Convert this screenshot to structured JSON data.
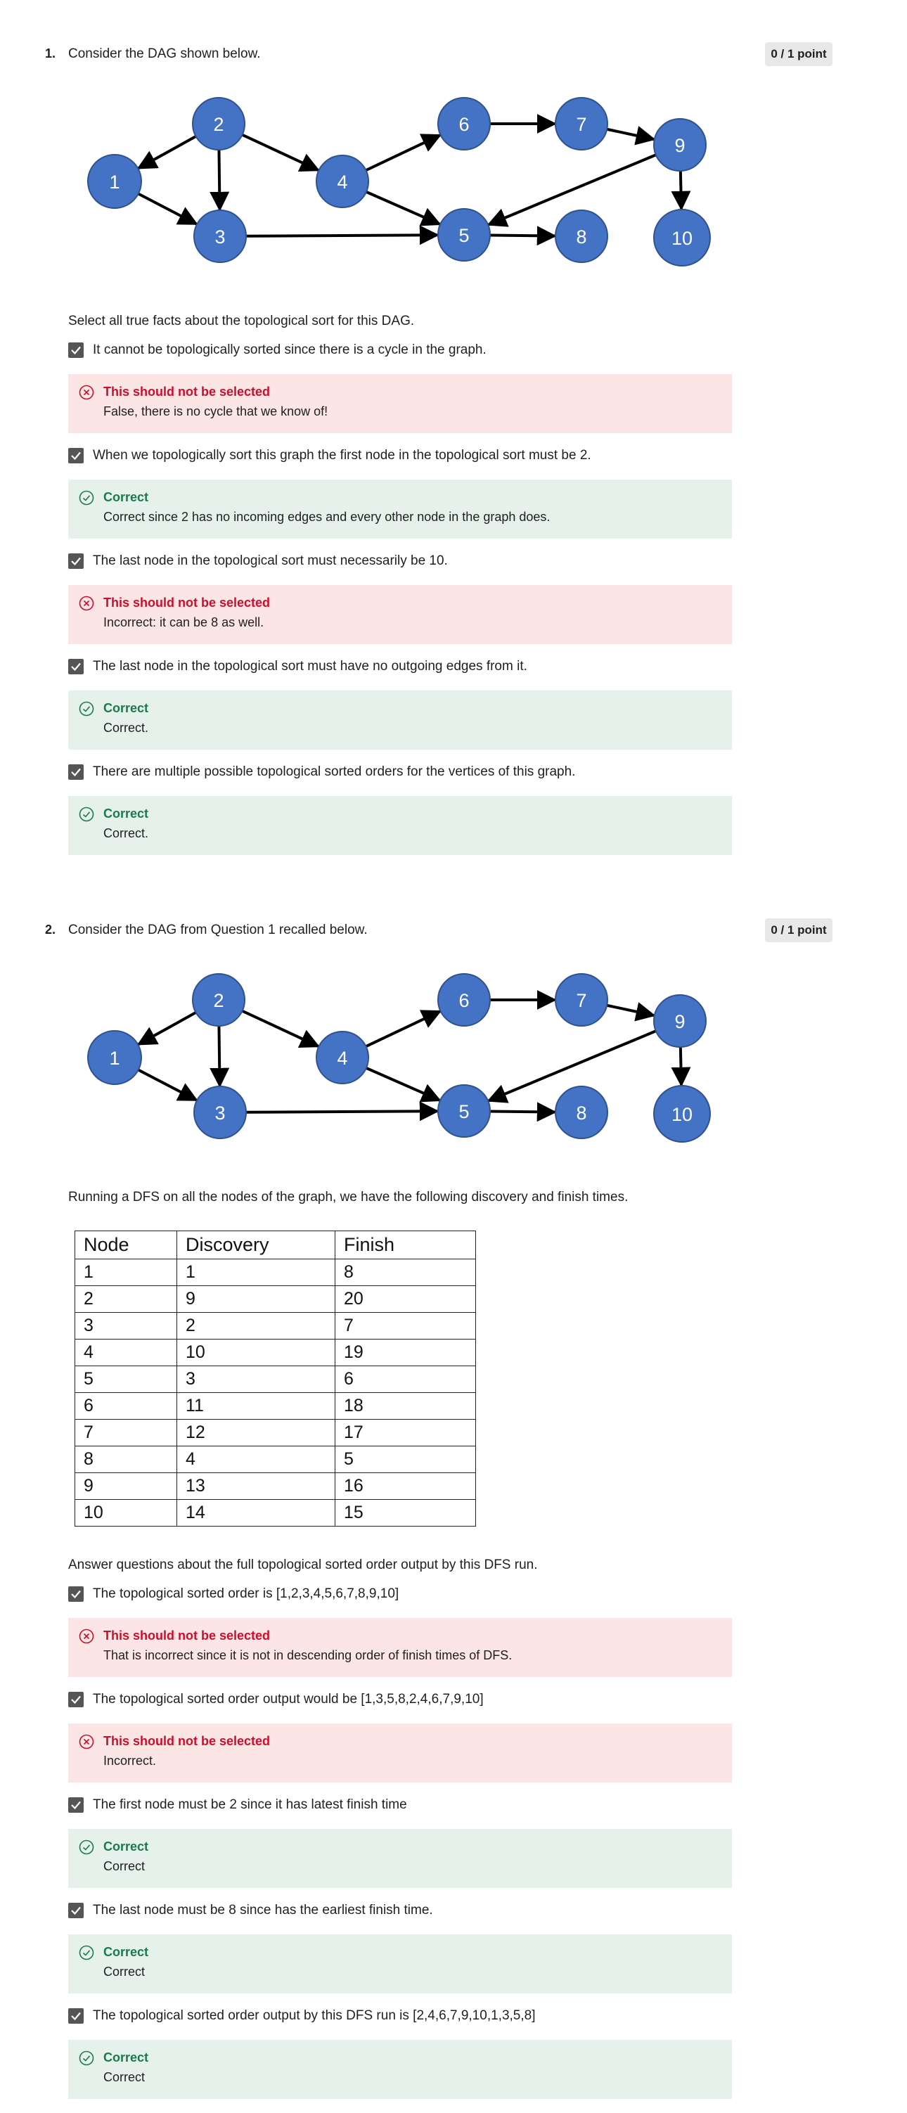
{
  "questions": [
    {
      "number": "1.",
      "prompt": "Consider the DAG shown below.",
      "score": "0 / 1 point",
      "graph": {
        "nodes": [
          "1",
          "2",
          "3",
          "4",
          "5",
          "6",
          "7",
          "8",
          "9",
          "10"
        ],
        "edges": [
          [
            "2",
            "1"
          ],
          [
            "2",
            "3"
          ],
          [
            "1",
            "3"
          ],
          [
            "2",
            "4"
          ],
          [
            "3",
            "5"
          ],
          [
            "4",
            "5"
          ],
          [
            "4",
            "6"
          ],
          [
            "6",
            "7"
          ],
          [
            "7",
            "9"
          ],
          [
            "9",
            "5"
          ],
          [
            "5",
            "8"
          ],
          [
            "9",
            "10"
          ]
        ],
        "node_color": "#4472c4"
      },
      "instruction": "Select all true facts about the topological sort for this DAG.",
      "options": [
        {
          "text": "It cannot be topologically sorted since there is a cycle in the graph.",
          "checked": true,
          "status": "incorrect",
          "feedback_title": "This should not be selected",
          "feedback": "False, there is no cycle that we know of!"
        },
        {
          "text": "When we topologically sort this graph the first node in the topological sort must be 2.",
          "checked": true,
          "status": "correct",
          "feedback_title": "Correct",
          "feedback": "Correct since 2 has no incoming edges and every other node in the graph does."
        },
        {
          "text": "The last node in the topological sort must necessarily be 10.",
          "checked": true,
          "status": "incorrect",
          "feedback_title": "This should not be selected",
          "feedback": "Incorrect: it can be 8 as well."
        },
        {
          "text": "The last node in the topological sort must have no outgoing edges from it.",
          "checked": true,
          "status": "correct",
          "feedback_title": "Correct",
          "feedback": "Correct."
        },
        {
          "text": "There are multiple possible topological sorted orders for the vertices of this graph.",
          "checked": true,
          "status": "correct",
          "feedback_title": "Correct",
          "feedback": "Correct."
        }
      ]
    },
    {
      "number": "2.",
      "prompt": "Consider the DAG from Question 1 recalled below.",
      "score": "0 / 1 point",
      "graph": {
        "nodes": [
          "1",
          "2",
          "3",
          "4",
          "5",
          "6",
          "7",
          "8",
          "9",
          "10"
        ],
        "edges": [
          [
            "2",
            "1"
          ],
          [
            "2",
            "3"
          ],
          [
            "1",
            "3"
          ],
          [
            "2",
            "4"
          ],
          [
            "3",
            "5"
          ],
          [
            "4",
            "5"
          ],
          [
            "4",
            "6"
          ],
          [
            "6",
            "7"
          ],
          [
            "7",
            "9"
          ],
          [
            "9",
            "5"
          ],
          [
            "5",
            "8"
          ],
          [
            "9",
            "10"
          ]
        ],
        "node_color": "#4472c4"
      },
      "instruction": "Running a DFS on all the nodes of the graph, we have the following discovery and finish times.",
      "table": {
        "headers": [
          "Node",
          "Discovery",
          "Finish"
        ],
        "rows": [
          [
            "1",
            "1",
            "8"
          ],
          [
            "2",
            "9",
            "20"
          ],
          [
            "3",
            "2",
            "7"
          ],
          [
            "4",
            "10",
            "19"
          ],
          [
            "5",
            "3",
            "6"
          ],
          [
            "6",
            "11",
            "18"
          ],
          [
            "7",
            "12",
            "17"
          ],
          [
            "8",
            "4",
            "5"
          ],
          [
            "9",
            "13",
            "16"
          ],
          [
            "10",
            "14",
            "15"
          ]
        ]
      },
      "instruction2": "Answer questions about the full topological sorted order output by this DFS run.",
      "options": [
        {
          "text": "The topological sorted order is [1,2,3,4,5,6,7,8,9,10]",
          "checked": true,
          "status": "incorrect",
          "feedback_title": "This should not be selected",
          "feedback": "That is incorrect since it is not in descending order of finish times of DFS."
        },
        {
          "text": "The topological sorted order output would be [1,3,5,8,2,4,6,7,9,10]",
          "checked": true,
          "status": "incorrect",
          "feedback_title": "This should not be selected",
          "feedback": "Incorrect."
        },
        {
          "text": "The first node must be 2 since it has latest finish time",
          "checked": true,
          "status": "correct",
          "feedback_title": "Correct",
          "feedback": "Correct"
        },
        {
          "text": "The last node must be 8 since has the earliest finish time.",
          "checked": true,
          "status": "correct",
          "feedback_title": "Correct",
          "feedback": "Correct"
        },
        {
          "text": "The topological sorted order output by this DFS run is [2,4,6,7,9,10,1,3,5,8]",
          "checked": true,
          "status": "correct",
          "feedback_title": "Correct",
          "feedback": "Correct"
        }
      ]
    }
  ]
}
